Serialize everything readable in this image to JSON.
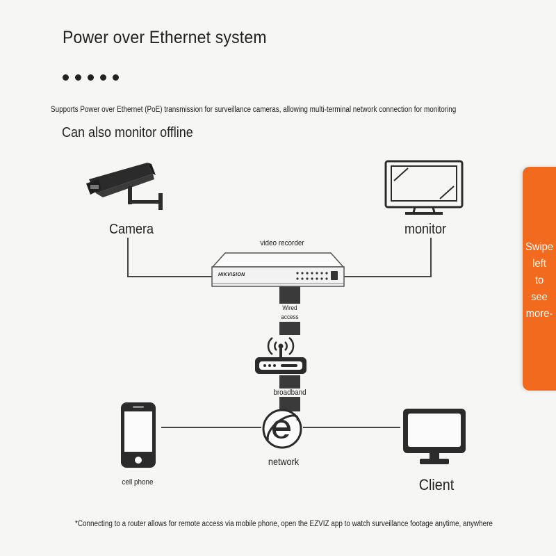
{
  "title": "Power over Ethernet system",
  "description": "Supports Power over Ethernet (PoE) transmission for surveillance cameras, allowing multi-terminal network connection for monitoring",
  "subtitle": "Can also monitor offline",
  "nodes": {
    "camera": "Camera",
    "monitor": "monitor",
    "video_recorder": "video recorder",
    "recorder_brand": "HIKVISION",
    "wired_access": "Wired access",
    "broadband": "broadband",
    "network": "network",
    "cell_phone": "cell phone",
    "client": "Client"
  },
  "footnote": "*Connecting to a router allows for remote access via mobile phone, open the EZVIZ app to watch surveillance footage anytime, anywhere",
  "swipe_hint": "Swipe left to see more-",
  "colors": {
    "accent": "#f26a1e",
    "ink": "#222222"
  },
  "icons": [
    "security-camera-icon",
    "monitor-icon",
    "nvr-icon",
    "router-icon",
    "internet-explorer-icon",
    "smartphone-icon",
    "desktop-client-icon"
  ]
}
